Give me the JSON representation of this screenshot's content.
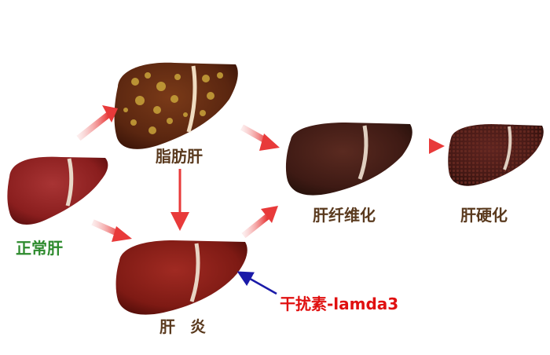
{
  "stages": {
    "normal": "正常肝",
    "fatty": "脂肪肝",
    "hepatitis": "肝 炎",
    "fibrosis": "肝纤维化",
    "cirrhosis": "肝硬化"
  },
  "treatment": {
    "label": "干扰素-lamda3"
  },
  "colors": {
    "normal_label": "#2e8b2e",
    "stage_label": "#5a3a1e",
    "treatment_label": "#e01010",
    "progression_arrow": "#e83a3a",
    "treatment_arrow": "#1a1aa8",
    "liver_healthy": "#8e1f1f",
    "liver_fatty": "#5a2a12",
    "liver_fibrotic": "#3a1a12",
    "fat_deposits": "#c9a43a"
  }
}
